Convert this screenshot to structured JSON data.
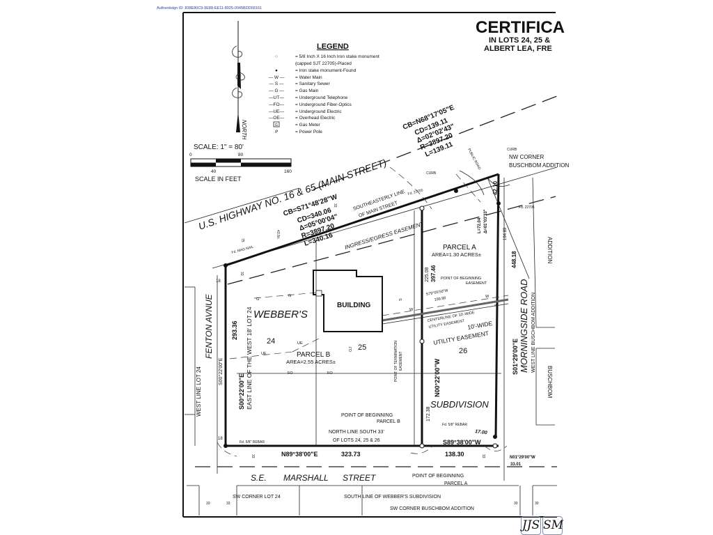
{
  "authentisign": "Authentisign ID: 838E80C9-9E88-EE11-8925-0045BDD68161",
  "title": {
    "main": "CERTIFICA",
    "line1": "IN LOTS 24, 25 &",
    "line2": "ALBERT LEA, FRE"
  },
  "legend": {
    "title": "LEGEND",
    "items": [
      {
        "symbol": "○",
        "label": "= 5/8 Inch X 16 Inch Iron stake monument"
      },
      {
        "symbol": "",
        "label": "(capped SJT 22705)-Placed"
      },
      {
        "symbol": "●",
        "label": "= Iron stake monument-Found"
      },
      {
        "symbol": "— W —",
        "label": "= Water Main"
      },
      {
        "symbol": "— S —",
        "label": "= Sanitary Sewer"
      },
      {
        "symbol": "— G —",
        "label": "= Gas Main"
      },
      {
        "symbol": "—UT—",
        "label": "= Underground Telephone"
      },
      {
        "symbol": "—FO—",
        "label": "= Underground Fiber-Optics"
      },
      {
        "symbol": "—UE—",
        "label": "= Underground Electric"
      },
      {
        "symbol": "—OE—",
        "label": "= Overhead Electric"
      },
      {
        "symbol": "G",
        "label": "= Gas Meter"
      },
      {
        "symbol": "ᑭ",
        "label": "= Power Pole"
      }
    ]
  },
  "north_label": "NORTH",
  "scale": {
    "label": "SCALE: 1\" = 80'",
    "tick_0": "0",
    "tick_80": "80",
    "tick_40": "40",
    "tick_160": "160",
    "unit": "SCALE IN FEET"
  },
  "annotations": [
    "U.S. HIGHWAY NO. 16 & 65 (MAIN STREET)",
    "CB=S71°48'28\"W",
    "CD=340.06",
    "Δ=05°00'04\"",
    "R=3897.20",
    "L=340.16",
    "CB=N68°17'05\"E",
    "CD=139.11",
    "Δ=02°02'43\"",
    "R=3897.20",
    "L=139.11",
    "SOUTHEASTERLY LINE",
    "OF MAIN STREET",
    "INGRESS/EGRESS EASEMENT",
    "Fd. MAG NAIL",
    "Fd. 22705",
    "CURB",
    "CURB",
    "PUBLIC ROAD",
    "NW CORNER",
    "BUSCHBOM ADDITION",
    "Fd. 22705",
    "42.10",
    "L=72.04",
    "Δ=01°03'33\"",
    "PARCEL A",
    "AREA=1.30 ACRES±",
    "225.08",
    "397.46",
    "194.89",
    "448.18",
    "POINT OF BEGINNING",
    "EASEMENT",
    "S79°05'50\"W",
    "199.98",
    "CENTERLINE OF 10'-WIDE",
    "UTILITY EASEMENT",
    "10'-WIDE",
    "UTILITY EASEMENT",
    "26",
    "MORNINGSIDE ROAD",
    "S01°29'00\"E",
    "WEST LINE BUSCHBOM ADDITION",
    "ADDITION",
    "BUSCHBOM",
    "N00°22'00\"W",
    "172.38",
    "SUBDIVISION",
    "POINT OF TERMINATION",
    "EASEMENT",
    "BUILDING",
    "WEBBER'S",
    "24",
    "25",
    "PARCEL B",
    "AREA=2.55 ACRES±",
    "293.36",
    "EAST LINE OF THE WEST 18' LOT 24",
    "S00°22'00\"E",
    "S00°22'00\"E",
    "FENTON AVNUE",
    "WEST LINE LOT 24",
    "18",
    "18",
    "Fd. 5/8\" REBAR",
    "POINT OF BEGINNING",
    "PARCEL B",
    "NORTH LINE SOUTH 33'",
    "OF LOTS 24, 25 & 26",
    "Fd. 5/8\" REBAR",
    "17.00",
    "S89°38'00\"W",
    "N89°38'00\"E",
    "323.73",
    "138.30",
    "N01°29'00\"W",
    "33.01",
    "S.E.",
    "MARSHALL",
    "STREET",
    "POINT OF BEGINNING",
    "PARCEL A",
    "SW CORNER LOT 24",
    "SOUTH LINE OF WEBBER'S SUBDIVISION",
    "SW CORNER BUSCHBOM ADDITION",
    "33",
    "33",
    "30",
    "30",
    "33",
    "33",
    "33",
    "33",
    "75",
    "43.8±",
    "G",
    "G",
    "UE",
    "UE",
    "FO",
    "FO",
    "OJ",
    "S",
    "S",
    "W",
    "W"
  ],
  "initials": [
    "JJS",
    "SM"
  ]
}
